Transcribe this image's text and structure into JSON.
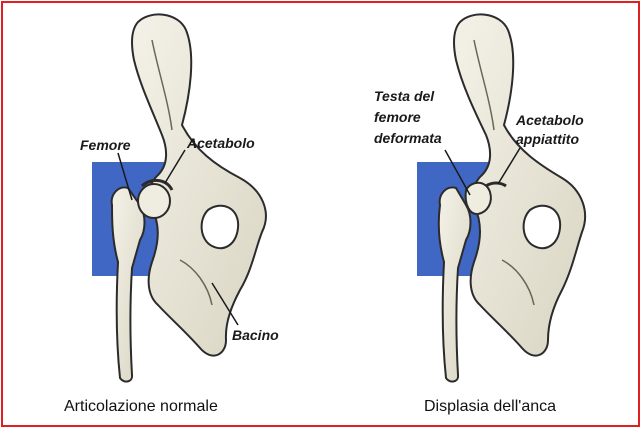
{
  "colors": {
    "frame": "#e02020",
    "background_square": "#4067c4",
    "bone_fill": "#ece9dc",
    "bone_stroke": "#2b2b2b"
  },
  "left_panel": {
    "labels": {
      "femore": "Femore",
      "acetabolo": "Acetabolo",
      "bacino": "Bacino"
    },
    "caption": "Articolazione normale"
  },
  "right_panel": {
    "labels": {
      "testa_line1": "Testa del",
      "testa_line2": "femore",
      "testa_line3": "deformata",
      "acetabolo_line1": "Acetabolo",
      "acetabolo_line2": "appiattito"
    },
    "caption": "Displasia dell'anca"
  }
}
